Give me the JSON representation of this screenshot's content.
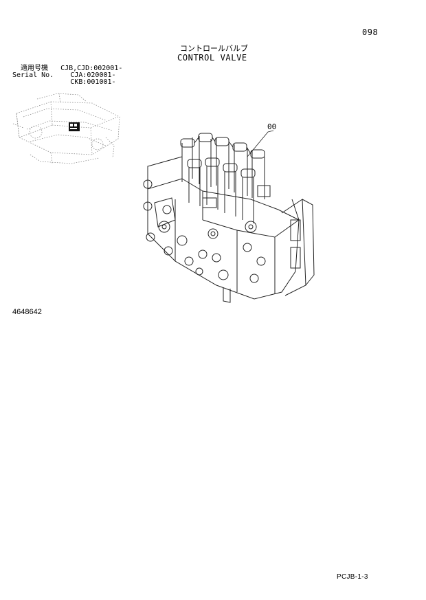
{
  "header": {
    "page_number": "098",
    "title_jp": "コントロールバルブ",
    "title_en": "CONTROL VALVE"
  },
  "serial": {
    "label_jp": "適用号機",
    "label_en": "Serial No.",
    "lines": [
      "CJB,CJD:002001-",
      "CJA:020001-",
      "CKB:001001-"
    ]
  },
  "drawing": {
    "callout": "00"
  },
  "footer": {
    "reference_number": "4648642",
    "sheet_code": "PCJB-1-3"
  }
}
